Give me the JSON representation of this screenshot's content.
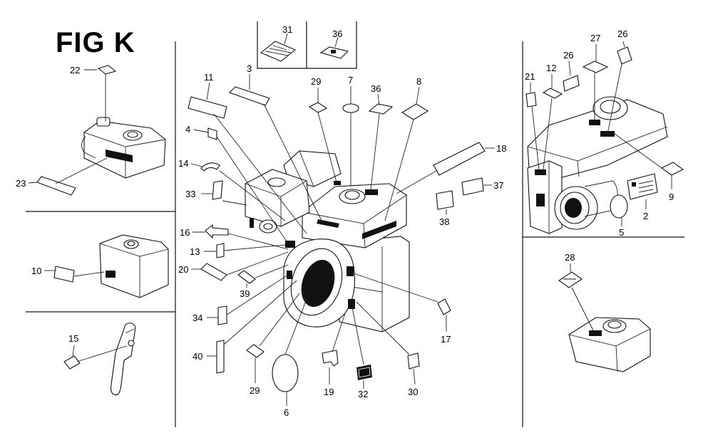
{
  "title": "FIG K",
  "callouts": [
    {
      "id": "c1",
      "text": "31"
    },
    {
      "id": "c2",
      "text": "36"
    },
    {
      "id": "c3",
      "text": "22"
    },
    {
      "id": "c4",
      "text": "23"
    },
    {
      "id": "c5",
      "text": "10"
    },
    {
      "id": "c6",
      "text": "15"
    },
    {
      "id": "c7",
      "text": "11"
    },
    {
      "id": "c8",
      "text": "3"
    },
    {
      "id": "c9",
      "text": "29"
    },
    {
      "id": "c10",
      "text": "7"
    },
    {
      "id": "c11",
      "text": "36"
    },
    {
      "id": "c12",
      "text": "8"
    },
    {
      "id": "c13",
      "text": "4"
    },
    {
      "id": "c14",
      "text": "14"
    },
    {
      "id": "c15",
      "text": "33"
    },
    {
      "id": "c16",
      "text": "16"
    },
    {
      "id": "c17",
      "text": "13"
    },
    {
      "id": "c18",
      "text": "20"
    },
    {
      "id": "c19",
      "text": "39"
    },
    {
      "id": "c20",
      "text": "34"
    },
    {
      "id": "c21",
      "text": "40"
    },
    {
      "id": "c22",
      "text": "29"
    },
    {
      "id": "c23",
      "text": "6"
    },
    {
      "id": "c24",
      "text": "19"
    },
    {
      "id": "c25",
      "text": "32"
    },
    {
      "id": "c26",
      "text": "30"
    },
    {
      "id": "c27",
      "text": "17"
    },
    {
      "id": "c28",
      "text": "18"
    },
    {
      "id": "c29",
      "text": "37"
    },
    {
      "id": "c30",
      "text": "38"
    },
    {
      "id": "c31",
      "text": "21"
    },
    {
      "id": "c32",
      "text": "12"
    },
    {
      "id": "c33",
      "text": "26"
    },
    {
      "id": "c34",
      "text": "27"
    },
    {
      "id": "c35",
      "text": "26"
    },
    {
      "id": "c36",
      "text": "9"
    },
    {
      "id": "c37",
      "text": "2"
    },
    {
      "id": "c38",
      "text": "5"
    },
    {
      "id": "c39",
      "text": "28"
    }
  ]
}
